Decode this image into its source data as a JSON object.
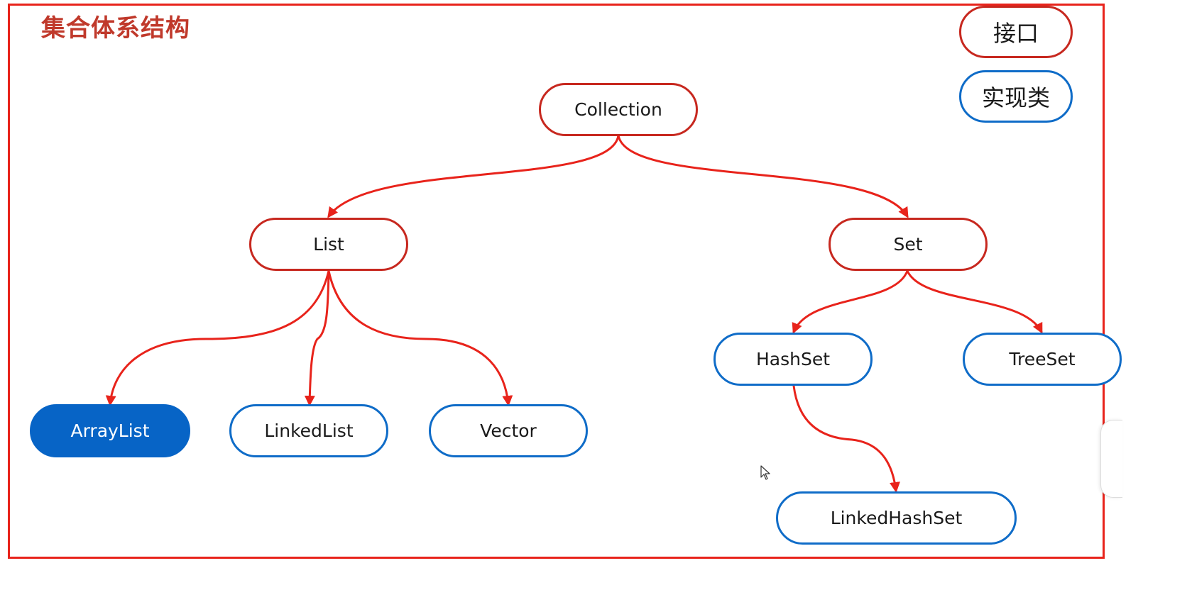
{
  "title": "集合体系结构",
  "legend": {
    "interface_label": "接口",
    "impl_label": "实现类"
  },
  "nodes": {
    "collection": "Collection",
    "list": "List",
    "set": "Set",
    "arraylist": "ArrayList",
    "linkedlist": "LinkedList",
    "vector": "Vector",
    "hashset": "HashSet",
    "treeset": "TreeSet",
    "linkedhashset": "LinkedHashSet"
  },
  "colors": {
    "interface_border": "#c7281f",
    "impl_border": "#0f6cc8",
    "impl_selected_fill": "#0764c6",
    "edge": "#e8231b",
    "frame": "#e8231b",
    "title": "#c0392b"
  }
}
